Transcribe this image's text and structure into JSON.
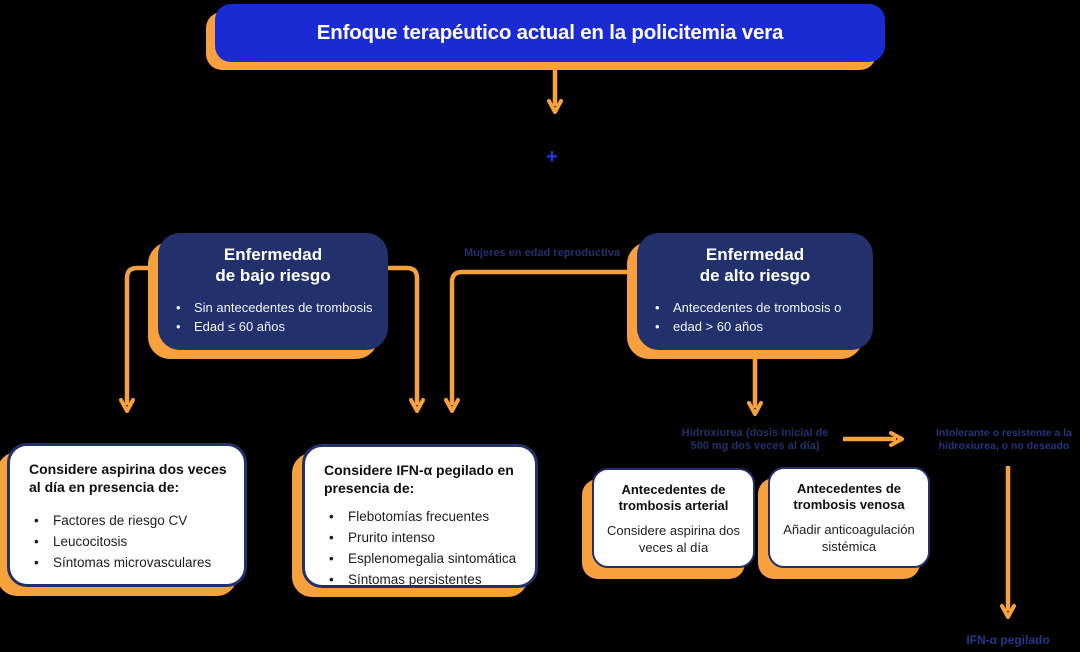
{
  "palette": {
    "background": "#000000",
    "bright_blue": "#1b2bd4",
    "navy": "#22306b",
    "orange": "#f7a13e",
    "white": "#ffffff",
    "plus_blue": "#1d3cf0"
  },
  "title": {
    "text": "Enfoque terapéutico actual en la policitemia vera"
  },
  "plus_symbol": "+",
  "boxes": {
    "low_risk": {
      "title_line1": "Enfermedad",
      "title_line2": "de bajo riesgo",
      "bullets": [
        "Sin antecedentes de trombosis",
        "Edad ≤ 60 años"
      ]
    },
    "high_risk": {
      "title_line1": "Enfermedad",
      "title_line2": "de alto riesgo",
      "bullets": [
        "Antecedentes de trombosis o",
        "edad > 60 años"
      ]
    },
    "aspirin": {
      "heading": "Considere aspirina dos veces al día en presencia de:",
      "bullets": [
        "Factores de riesgo CV",
        "Leucocitosis",
        "Síntomas microvasculares"
      ]
    },
    "ifn": {
      "heading": "Considere IFN-α pegilado en presencia de:",
      "bullets": [
        "Flebotomías frecuentes",
        "Prurito intenso",
        "Esplenomegalia sintomática",
        "Síntomas persistentes"
      ]
    },
    "arterial": {
      "heading": "Antecedentes de trombosis arterial",
      "body": "Considere aspirina dos veces al día"
    },
    "venous": {
      "heading": "Antecedentes de trombosis venosa",
      "body": "Añadir anticoagulación sistémica"
    }
  },
  "labels": {
    "reproductive": "Mujeres en edad reproductiva",
    "hydroxyurea_line1": "Hidroxiurea (dosis inicial de",
    "hydroxyurea_line2": "500 mg dos veces al día)",
    "intolerant_line1": "Intolerante o resistente a la",
    "intolerant_line2": "hidroxiurea, o no deseado",
    "ifn_pegilado": "IFN-α pegilado"
  }
}
